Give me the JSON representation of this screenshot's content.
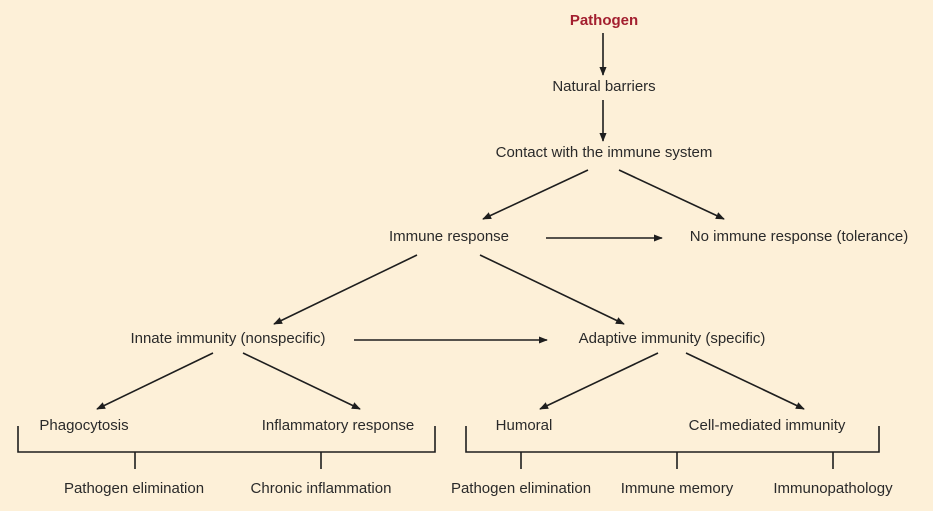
{
  "colors": {
    "background": "#fdf0d8",
    "title": "#a31f2f",
    "line": "#1e1e1e"
  },
  "nodes": {
    "pathogen": "Pathogen",
    "natural_barriers": "Natural barriers",
    "contact": "Contact with the immune system",
    "immune_response": "Immune response",
    "no_immune_response": "No immune response (tolerance)",
    "innate": "Innate immunity (nonspecific)",
    "adaptive": "Adaptive immunity (specific)",
    "phagocytosis": "Phagocytosis",
    "inflammatory": "Inflammatory response",
    "humoral": "Humoral",
    "cell_mediated": "Cell-mediated immunity"
  },
  "outcomes": {
    "innate": [
      "Pathogen elimination",
      "Chronic inflammation"
    ],
    "adaptive": [
      "Pathogen elimination",
      "Immune memory",
      "Immunopathology"
    ]
  }
}
